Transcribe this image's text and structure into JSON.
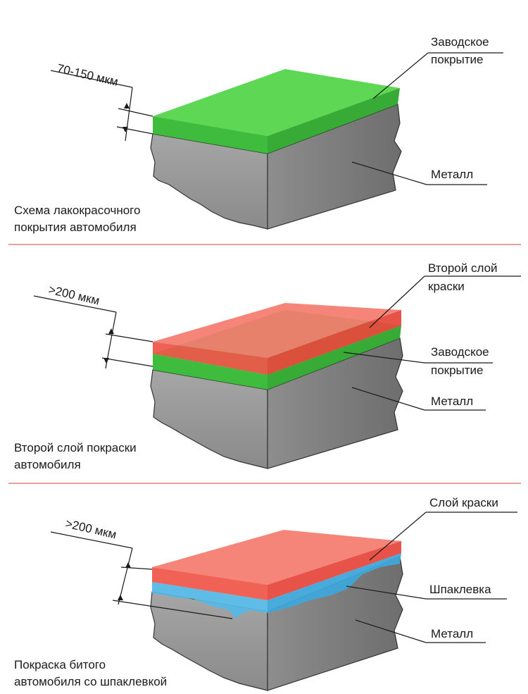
{
  "panels": [
    {
      "caption": "Схема лакокрасочного\nпокрытия автомобиля",
      "thickness": "70-150 мкм",
      "layers": [
        {
          "label": "Заводское\nпокрытие",
          "color": "#3ec93a"
        },
        {
          "label": "Металл",
          "color": "#8c8c8c"
        }
      ]
    },
    {
      "caption": "Второй слой покраски\nавтомобиля",
      "thickness": ">200 мкм",
      "layers": [
        {
          "label": "Второй слой\nкраски",
          "color": "#f26a5e"
        },
        {
          "label": "Заводское\nпокрытие",
          "color": "#3ec93a"
        },
        {
          "label": "Металл",
          "color": "#8c8c8c"
        }
      ]
    },
    {
      "caption": "Покраска битого\nавтомобиля со шпаклевкой",
      "thickness": ">200 мкм",
      "layers": [
        {
          "label": "Слой краски",
          "color": "#f26a5e"
        },
        {
          "label": "Шпаклевка",
          "color": "#56b8e6"
        },
        {
          "label": "Металл",
          "color": "#8c8c8c"
        }
      ]
    }
  ],
  "separator_color": "#e9a09a"
}
